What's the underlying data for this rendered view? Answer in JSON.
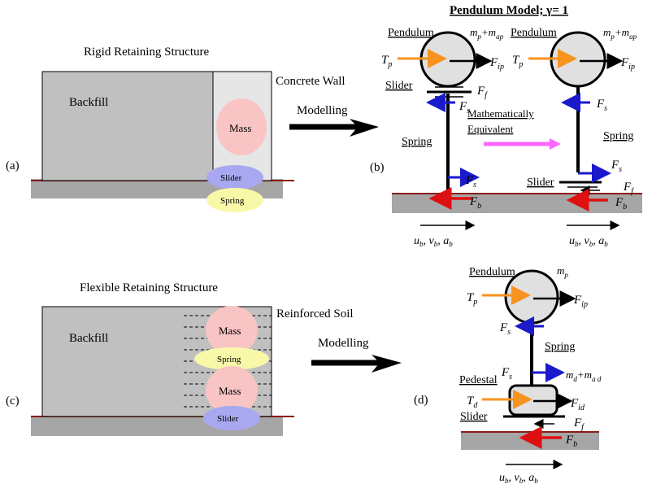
{
  "top_left": {
    "title": "Rigid Retaining Structure",
    "backfill": "Backfill",
    "wall": "Concrete Wall",
    "mass": "Mass",
    "slider": "Slider",
    "spring": "Spring",
    "panel": "(a)",
    "arrow": "Modelling"
  },
  "top_right": {
    "title": "Pendulum Model; γ= 1",
    "panel": "(b)",
    "pendulum": "Pendulum",
    "slider": "Slider",
    "spring": "Spring",
    "equiv_line1": "Mathematically",
    "equiv_line2": "Equivalent",
    "Tp": "T",
    "Tp_sub": "p",
    "Fip": "F",
    "Fip_sub": "ip",
    "Ff": "F",
    "Ff_sub": "f",
    "Fs": "F",
    "Fs_sub": "s",
    "Fb": "F",
    "Fb_sub": "b",
    "mass_m": "m",
    "mass_p": "p",
    "mass_plus": "+m",
    "mass_ap": "ap",
    "motion": "u",
    "motion_b": "b",
    "motion_v": ", v",
    "motion_a": ", a"
  },
  "bottom_left": {
    "title": "Flexible Retaining Structure",
    "backfill": "Backfill",
    "soil": "Reinforced Soil",
    "mass": "Mass",
    "spring": "Spring",
    "slider": "Slider",
    "panel": "(c)",
    "arrow": "Modelling"
  },
  "bottom_right": {
    "panel": "(d)",
    "pendulum": "Pendulum",
    "spring": "Spring",
    "pedestal": "Pedestal",
    "slider": "Slider",
    "mp_m": "m",
    "mp_p": "p",
    "Td": "T",
    "Td_sub": "d",
    "Fid_sub": "id",
    "md": "m",
    "md_d": "d",
    "md_plus": "+m",
    "md_ad": "a d"
  },
  "colors": {
    "backfill": "#c0c0c0",
    "wall": "#e6e6e6",
    "mass": "#f9c4c4",
    "slider": "#a8a8f0",
    "spring": "#f8f8a8",
    "ground": "#a6a6a6",
    "ground_line": "#8b1a1a",
    "pendulum": "#e0e0e0",
    "orange": "#f7931e",
    "blue": "#1a1acc",
    "red": "#dd1111",
    "magenta": "#ff66ff"
  }
}
